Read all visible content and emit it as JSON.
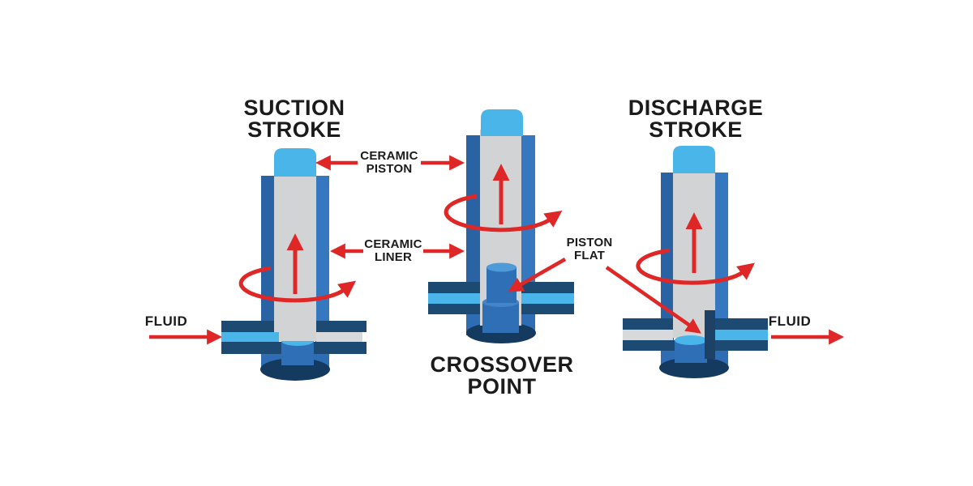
{
  "stages": [
    {
      "id": "suction-stroke",
      "title": "SUCTION\nSTROKE"
    },
    {
      "id": "crossover-point",
      "title": "CROSSOVER\nPOINT"
    },
    {
      "id": "discharge-stroke",
      "title": "DISCHARGE\nSTROKE"
    }
  ],
  "callouts": {
    "ceramic_piston": "CERAMIC\nPISTON",
    "ceramic_liner": "CERAMIC\nLINER",
    "piston_flat": "PISTON\nFLAT"
  },
  "flow": {
    "inlet": "FLUID",
    "outlet": "FLUID"
  },
  "colors": {
    "background": "#ffffff",
    "text": "#1b1b1b",
    "red": "#de2726",
    "light_blue": "#49b5e8",
    "mid_blue": "#2e6db4",
    "mid_blue2": "#2f6fb6",
    "mid_blue_dark": "#2a63a4",
    "mid_blue_light": "#3578bf",
    "cyl_top": "#4285c8",
    "cyl_top_light": "#4f9ad8",
    "dark_navy": "#1d4a72",
    "darker_navy": "#143a5f",
    "flat_bar": "#1e4166",
    "grey": "#d2d3d5",
    "grey_band": "#d8d9db"
  }
}
